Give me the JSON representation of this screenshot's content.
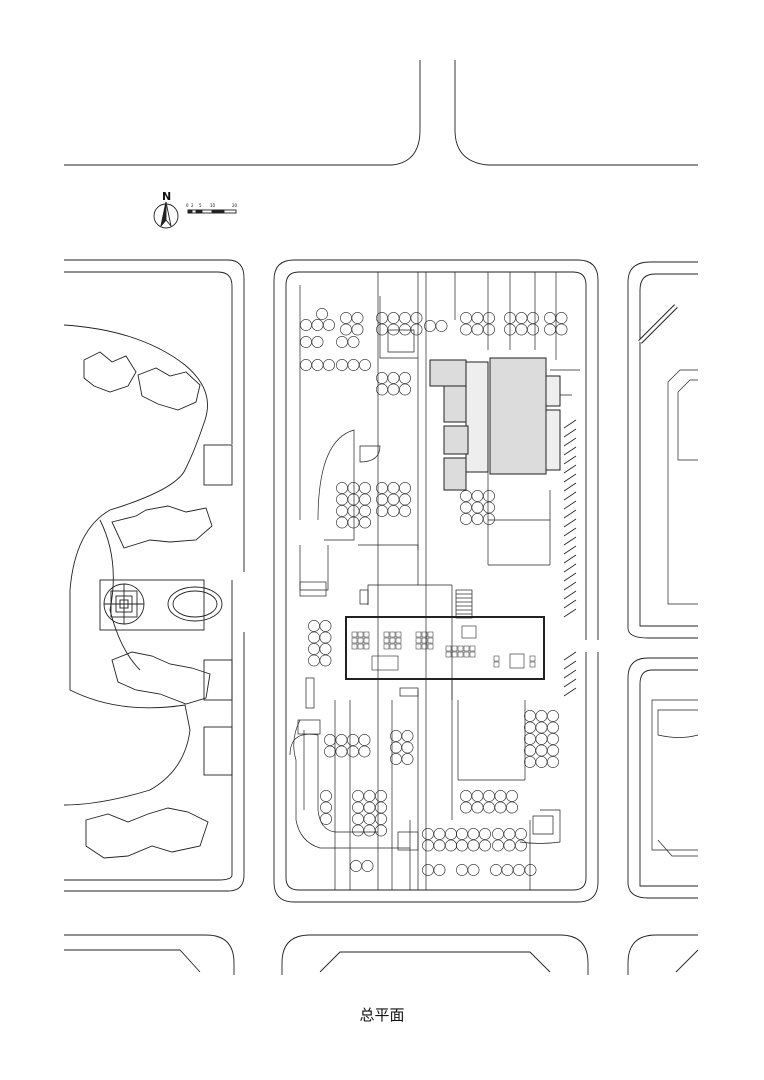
{
  "north_label": "N",
  "scale_labels": [
    "0",
    "2",
    "5",
    "10",
    "20"
  ],
  "caption": "总平面",
  "colors": {
    "line": "#222222",
    "building_fill": "#dcdcdc",
    "paper": "#ffffff"
  }
}
